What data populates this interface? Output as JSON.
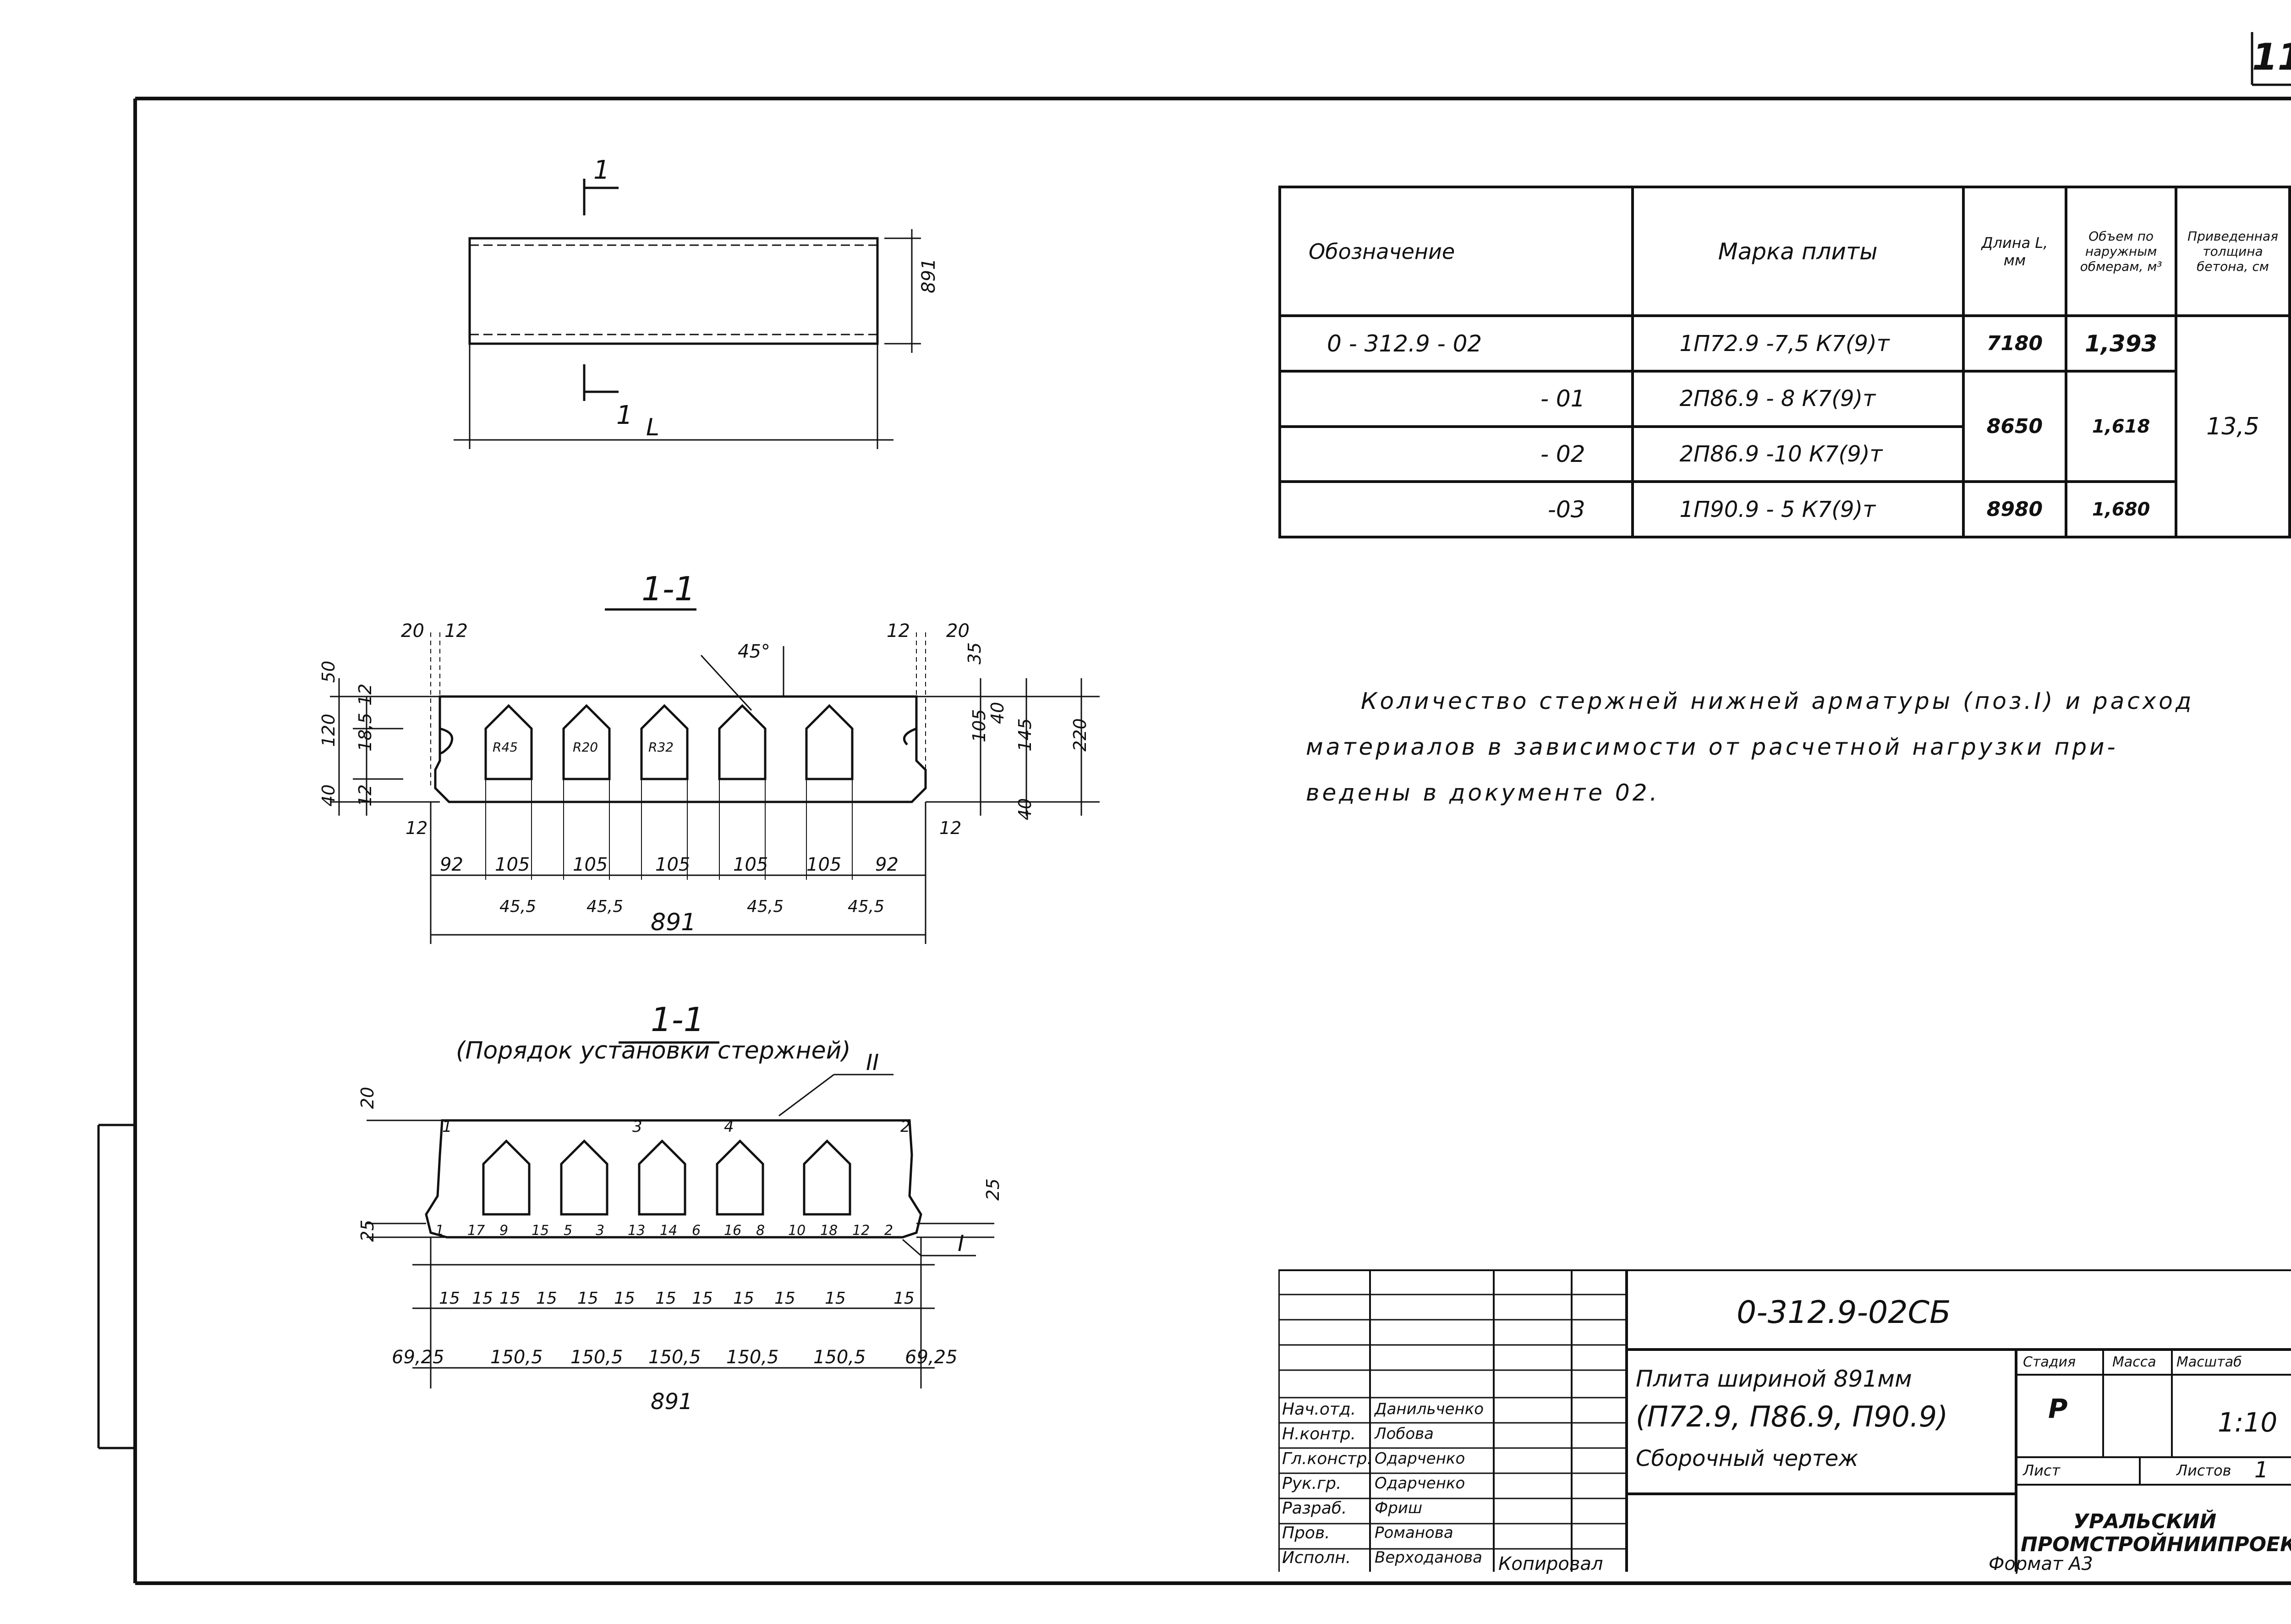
{
  "sheet_number": "11",
  "plan_view": {
    "section_mark_top": "1",
    "section_mark_bottom": "1",
    "length_label": "L",
    "width_dim": "891"
  },
  "section_1": {
    "title": "1-1",
    "dims": {
      "top_left_20": "20",
      "top_left_12": "12",
      "top_right_12": "12",
      "top_right_20": "20",
      "angle": "45°",
      "left_50": "50",
      "left_12": "12",
      "left_120": "120",
      "left_18_5": "18,5",
      "left_40": "40",
      "left_12b": "12",
      "right_35": "35",
      "right_105": "105",
      "right_40a": "40",
      "right_145": "145",
      "right_220": "220",
      "right_40b": "40",
      "bottom_12_left": "12",
      "bottom_12_right": "12",
      "radius_1": "R45",
      "radius_2": "R20",
      "radius_3": "R32",
      "row1": [
        "92",
        "105",
        "105",
        "105",
        "105",
        "105",
        "92"
      ],
      "row2": [
        "45,5",
        "45,5",
        "45,5",
        "45,5"
      ],
      "total": "891"
    }
  },
  "section_2": {
    "title": "1-1",
    "subtitle": "(Порядок установки стержней)",
    "label_II": "II",
    "label_I": "I",
    "dims": {
      "left_20": "20",
      "left_25": "25",
      "right_25": "25",
      "bars_top": [
        "1",
        "3",
        "4",
        "2"
      ],
      "bars_bottom": [
        "1",
        "17",
        "9",
        "15",
        "5",
        "3",
        "13",
        "14",
        "6",
        "16",
        "8",
        "10",
        "18",
        "12",
        "2"
      ],
      "row15": [
        "15",
        "15",
        "15",
        "15",
        "15",
        "15",
        "15",
        "15",
        "15",
        "15",
        "15",
        "15"
      ],
      "row_spacing": [
        "69,25",
        "150,5",
        "150,5",
        "150,5",
        "150,5",
        "150,5",
        "69,25"
      ],
      "total": "891"
    }
  },
  "spec_table": {
    "headers": [
      "Обозначение",
      "Марка плиты",
      "Длина L, мм",
      "Объем по наружным обмерам, м³",
      "Приведенная толщина бетона, см"
    ],
    "rows": [
      {
        "designation": "0 - 312.9 - 02",
        "mark": "1П72.9 -7,5 К7(9)т",
        "length": "7180",
        "volume": "1,393"
      },
      {
        "designation": "- 01",
        "mark": "2П86.9 - 8 К7(9)т",
        "length": "8650",
        "volume": "1,618"
      },
      {
        "designation": "- 02",
        "mark": "2П86.9 -10 К7(9)т",
        "length": "",
        "volume": ""
      },
      {
        "designation": "-03",
        "mark": "1П90.9 - 5 К7(9)т",
        "length": "8980",
        "volume": "1,680"
      }
    ],
    "reduced_thickness": "13,5"
  },
  "note": {
    "line1": "Количество стержней нижней арматуры (поз.I) и расход",
    "line2": "материалов в зависимости от расчетной нагрузки при-",
    "line3": "ведены в документе 02."
  },
  "title_block": {
    "doc_code": "0-312.9-02СБ",
    "title_line1": "Плита шириной 891мм",
    "title_line2": "(П72.9, П86.9, П90.9)",
    "title_line3": "Сборочный чертеж",
    "hdr_stage": "Стадия",
    "hdr_mass": "Масса",
    "hdr_scale": "Масштаб",
    "stage": "Р",
    "scale": "1:10",
    "sheet_label": "Лист",
    "sheets_label": "Листов",
    "sheets_count": "1",
    "org_line1": "УРАЛЬСКИЙ",
    "org_line2": "ПРОМСТРОЙНИИПРОЕКТ",
    "signatures": [
      {
        "role": "Нач.отд.",
        "name": "Данильченко"
      },
      {
        "role": "Н.контр.",
        "name": "Лобова"
      },
      {
        "role": "Гл.констр.",
        "name": "Одарченко"
      },
      {
        "role": "Рук.гр.",
        "name": "Одарченко"
      },
      {
        "role": "Разраб.",
        "name": "Фриш"
      },
      {
        "role": "Пров.",
        "name": "Романова"
      },
      {
        "role": "Исполн.",
        "name": "Верходанова"
      }
    ],
    "footer_copy": "Копировал",
    "footer_format": "Формат А3"
  }
}
